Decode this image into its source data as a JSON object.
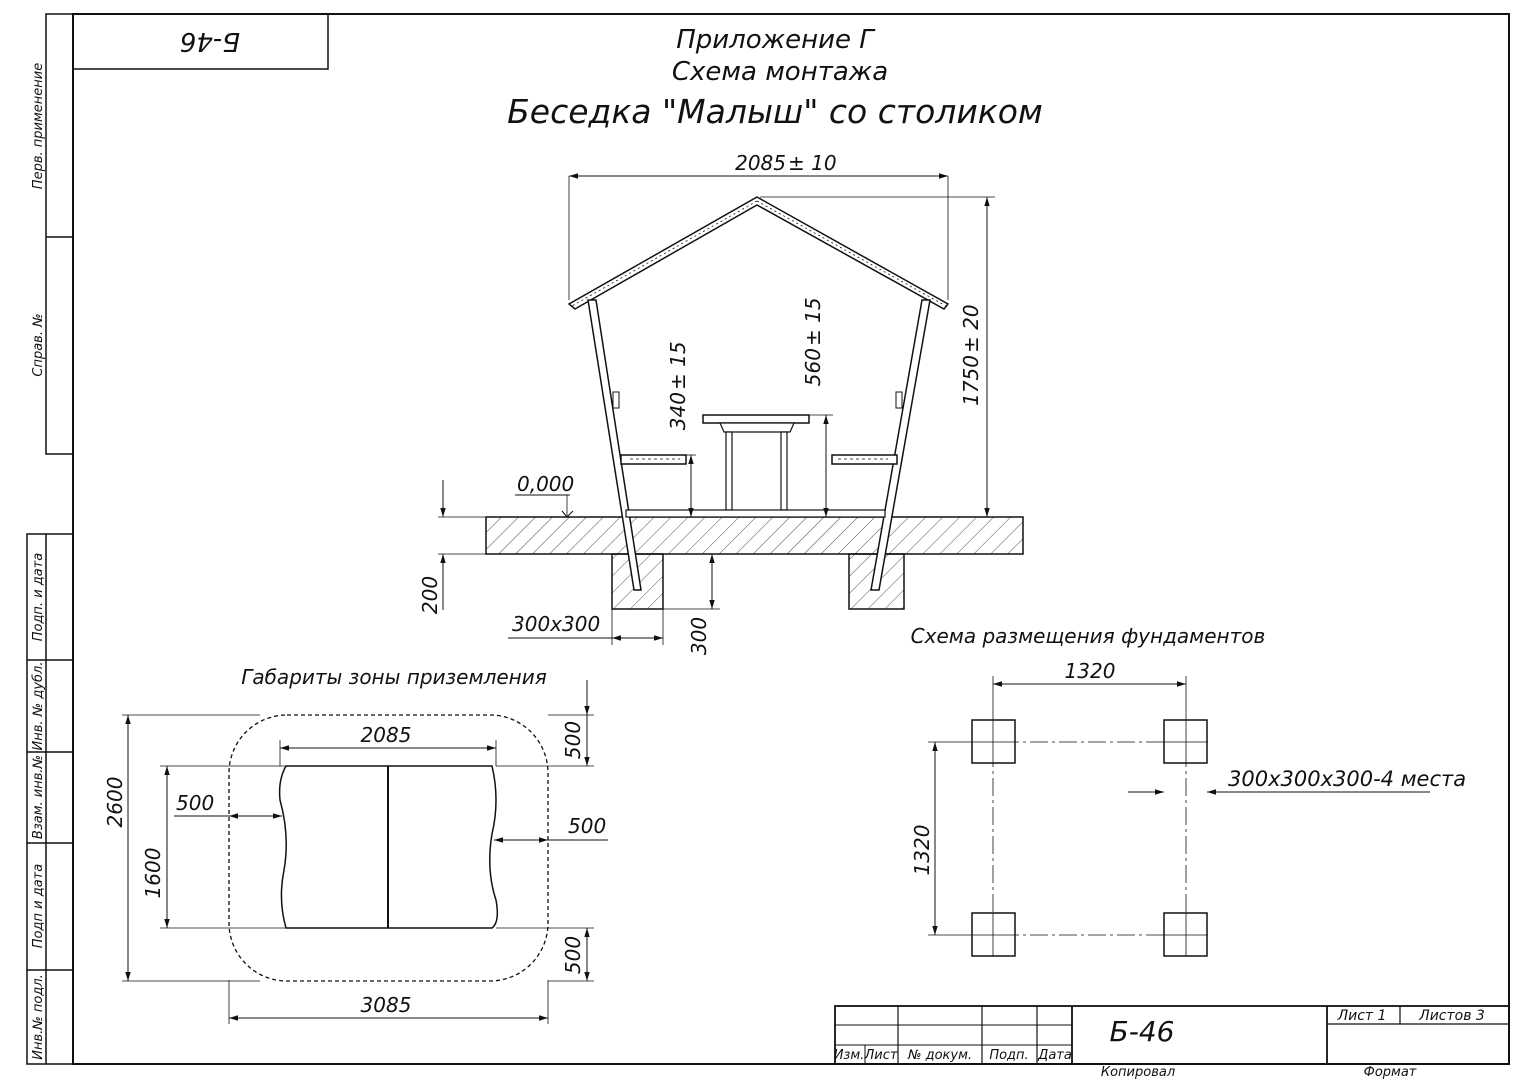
{
  "header": {
    "rotated_code": "Б-46",
    "line1": "Приложение Г",
    "line2": "Схема монтажа",
    "line3": "Беседка \"Малыш\" со столиком"
  },
  "margin_labels": {
    "perv": "Перв. применение",
    "sprav": "Справ. №",
    "podp_data_1": "Подп. и дата",
    "inv_dubl": "Инв. № дубл.",
    "vzam_inv": "Взам. инв.№",
    "podp_data_2": "Подп и дата",
    "inv_podl": "Инв.№ подл."
  },
  "elevation": {
    "width": "2085",
    "width_tol": "± 10",
    "height": "1750",
    "height_tol": "± 20",
    "table_h": "560",
    "table_h_tol": "± 15",
    "bench_h": "340",
    "bench_h_tol": "± 15",
    "zero_level": "0,000",
    "ground": "200",
    "footing": "300x300",
    "footing_depth": "300"
  },
  "landing": {
    "title": "Габариты зоны приземления",
    "top": "2085",
    "left": "500",
    "right": "500",
    "top_right": "500",
    "bottom_right": "500",
    "outer_h": "2600",
    "inner_h": "1600",
    "outer_w": "3085"
  },
  "foundation": {
    "title": "Схема размещения фундаментов",
    "spacing_x": "1320",
    "spacing_y": "1320",
    "note": "300х300х300-4 места"
  },
  "title_block": {
    "code": "Б-46",
    "sheet": "Лист 1",
    "sheets": "Листов 3",
    "izm": "Изм.",
    "list": "Лист",
    "doc": "№ докум.",
    "podp": "Подп.",
    "data": "Дата",
    "copied": "Копировал",
    "format": "Формат"
  }
}
